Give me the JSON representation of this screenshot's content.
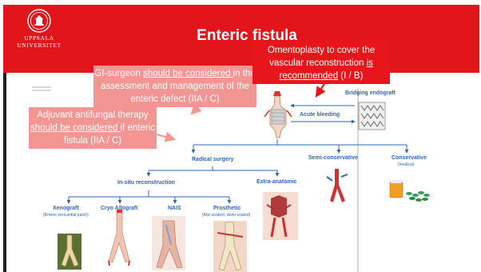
{
  "header": {
    "title": "Enteric fistula",
    "logo_line1": "UPPSALA",
    "logo_line2": "UNIVERSITET",
    "bg_color": "#e1151a"
  },
  "callouts": {
    "omentoplasty": {
      "pre": "Omentoplasty to cover the vascular reconstruction ",
      "underlined": "is recommended",
      "post": " (I / B)"
    },
    "gi_surgeon": {
      "pre": "GI-surgeon ",
      "underlined": "should be considered ",
      "post": "in the assessment and management of the enteric defect (IIA / C)"
    },
    "adjuvant": {
      "pre": "Adjuvant antifungal therapy ",
      "underlined": "should be considered ",
      "post": "if enteric fistula (IIA / C)"
    }
  },
  "diagram": {
    "bridging_endograft": "Bridging endograft",
    "acute_bleeding": "Acute bleeding",
    "radical_surgery": "Radical surgery",
    "semi_conservative": "Semi-conservative",
    "conservative": "Conservative",
    "conservative_sub": "(medical)",
    "in_situ": "In-situ reconstruction",
    "extra_anatomic": "Extra-anatomic",
    "xenograft": "Xenograft",
    "xenograft_sub": "(Bovine pericardial patch)",
    "cryo_allograft": "Cryo Allograft",
    "nais": "NAIS",
    "prosthetic": "Prosthetic",
    "prosthetic_sub": "(Abx soaked, silver coated)"
  },
  "colors": {
    "accent_red": "#e8161b",
    "callout_pink": "#f39593",
    "diagram_blue": "#2e66b4"
  }
}
